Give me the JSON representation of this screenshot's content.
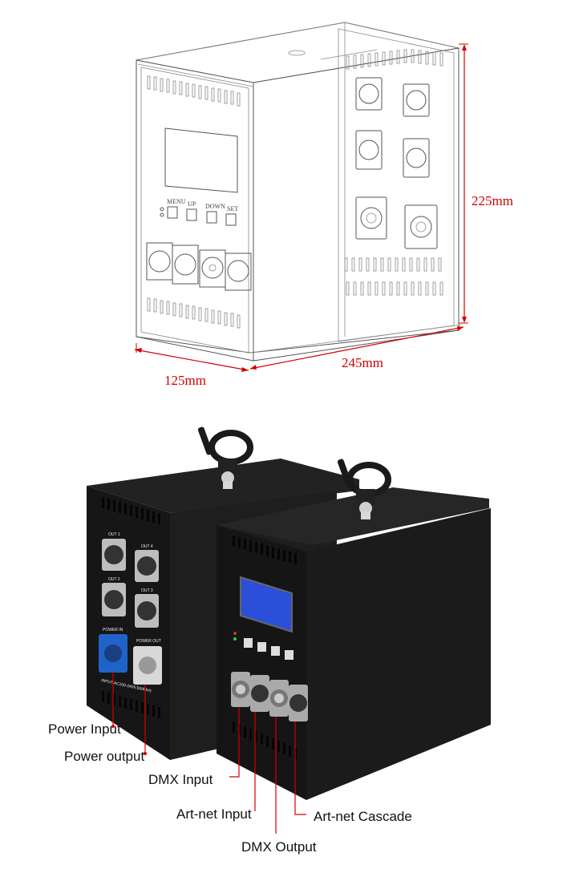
{
  "dimensions": {
    "height": "225mm",
    "width": "245mm",
    "depth": "125mm"
  },
  "control_buttons": [
    "MENU",
    "UP",
    "DOWN",
    "SET"
  ],
  "rear_panel": {
    "outputs": [
      "OUT 1",
      "OUT 4",
      "OUT 2",
      "OUT 3"
    ],
    "power_in": "POWER IN",
    "power_out": "POWER OUT",
    "rating": "INPUT:AC100-240V,50/60Hz"
  },
  "callouts": {
    "power_input": "Power Input",
    "power_output": "Power output",
    "dmx_input": "DMX Input",
    "artnet_input": "Art-net Input",
    "dmx_output": "DMX Output",
    "artnet_cascade": "Art-net Cascade"
  },
  "colors": {
    "dimension_red": "#d40000",
    "lcd_blue": "#2b4fd8",
    "powercon_blue": "#1f63c9",
    "body_black": "#141414"
  }
}
